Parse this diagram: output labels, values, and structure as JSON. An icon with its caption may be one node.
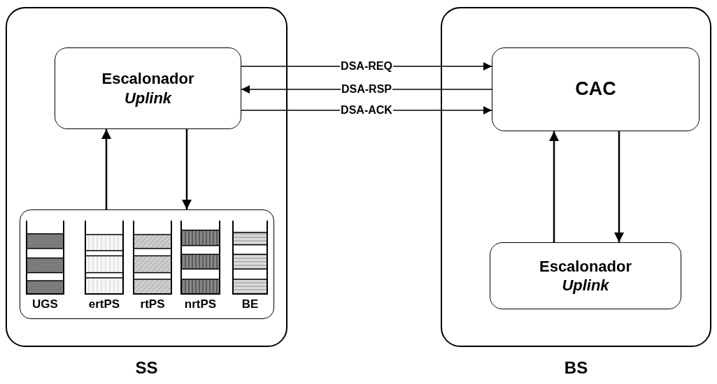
{
  "diagram": {
    "nodes": [
      {
        "text": [
          "SS"
        ]
      },
      {
        "text": [
          "Escalonador *Uplink*"
        ],
        "in": 0
      },
      {
        "text": [
          "UGS",
          "ertPS",
          "rtPS",
          "nrtPS",
          "BE"
        ],
        "in": 0
      },
      {
        "text": [
          "BS"
        ]
      },
      {
        "text": [
          "CAC"
        ],
        "in": 3
      },
      {
        "text": [
          "Escalonador *Uplink*"
        ],
        "in": 3
      }
    ],
    "edges": [
      {
        "from": 2,
        "to": 1,
        "arrow": "to"
      },
      {
        "from": 1,
        "to": 2,
        "arrow": "to"
      },
      {
        "from": 1,
        "to": 4,
        "arrow": "to",
        "label": "DSA-REQ"
      },
      {
        "from": 4,
        "to": 1,
        "arrow": "to",
        "label": "DSA-RSP"
      },
      {
        "from": 1,
        "to": 4,
        "arrow": "to",
        "label": "DSA-ACK"
      },
      {
        "from": 5,
        "to": 4,
        "arrow": "to"
      },
      {
        "from": 4,
        "to": 5,
        "arrow": "to"
      }
    ]
  }
}
